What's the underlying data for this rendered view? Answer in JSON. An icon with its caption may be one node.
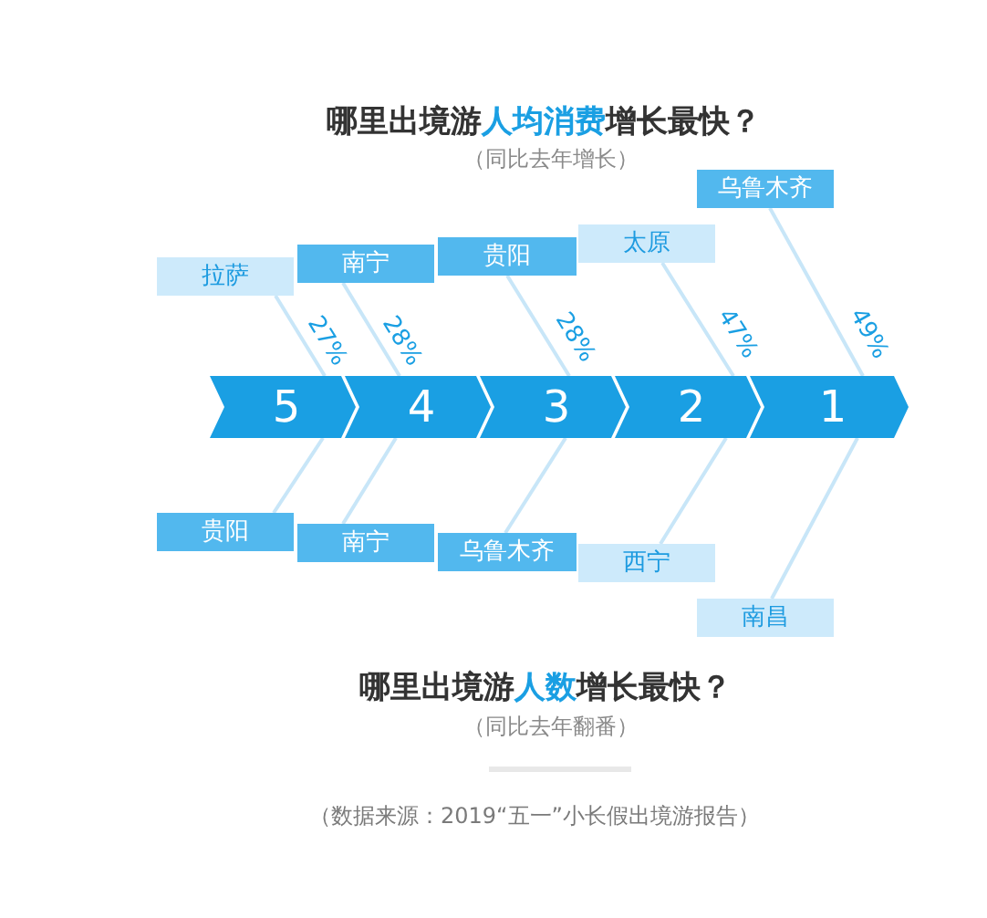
{
  "diagram": {
    "title": "哪里出境游**人均消费**增长最快？",
    "caption": "（数据来源：2019“五一”小长假出境游报告）",
    "nodes": [
      {
        "text": [
          "拉萨"
        ]
      },
      {
        "text": [
          "南宁"
        ]
      },
      {
        "text": [
          "贵阳"
        ]
      },
      {
        "text": [
          "太原"
        ]
      },
      {
        "text": [
          "乌鲁木齐"
        ]
      },
      {
        "text": [
          "5"
        ]
      },
      {
        "text": [
          "4"
        ]
      },
      {
        "text": [
          "3"
        ]
      },
      {
        "text": [
          "2"
        ]
      },
      {
        "text": [
          "1"
        ]
      },
      {
        "text": [
          "贵阳"
        ]
      },
      {
        "text": [
          "南宁"
        ]
      },
      {
        "text": [
          "乌鲁木齐"
        ]
      },
      {
        "text": [
          "西宁"
        ]
      },
      {
        "text": [
          "南昌"
        ]
      }
    ],
    "edges": [
      {
        "from": 0,
        "to": 5,
        "arrow": "none",
        "label": "27%"
      },
      {
        "from": 1,
        "to": 6,
        "arrow": "none",
        "label": "28%"
      },
      {
        "from": 2,
        "to": 7,
        "arrow": "none",
        "label": "28%"
      },
      {
        "from": 3,
        "to": 8,
        "arrow": "none",
        "label": "47%"
      },
      {
        "from": 4,
        "to": 9,
        "arrow": "none",
        "label": "49%"
      },
      {
        "from": 10,
        "to": 5,
        "arrow": "none"
      },
      {
        "from": 11,
        "to": 6,
        "arrow": "none"
      },
      {
        "from": 12,
        "to": 7,
        "arrow": "none"
      },
      {
        "from": 13,
        "to": 8,
        "arrow": "none"
      },
      {
        "from": 14,
        "to": 9,
        "arrow": "none"
      }
    ],
    "labels": [
      "（同比去年增长）",
      "哪里出境游**人数**增长最快？",
      "（同比去年翻番）"
    ]
  }
}
